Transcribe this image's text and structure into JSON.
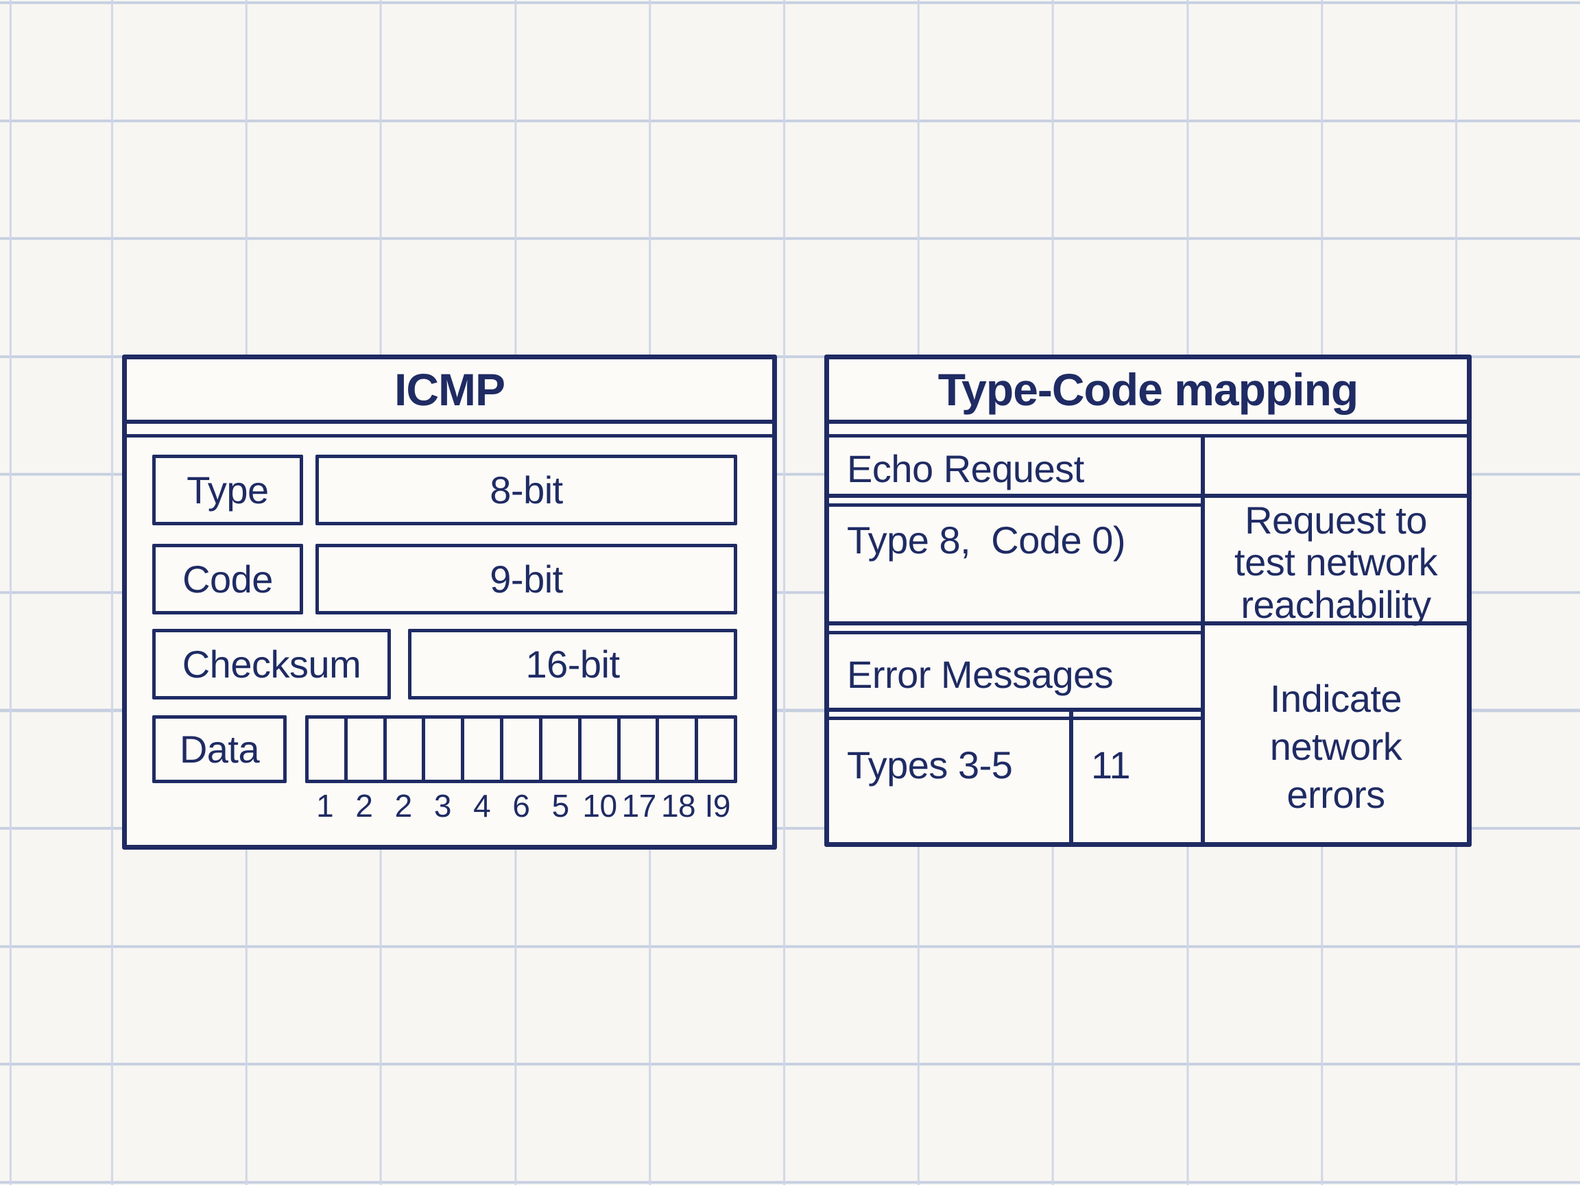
{
  "colors": {
    "ink": "#1f2b63",
    "paper": "#f8f6f2",
    "grid_line": "#cfd6e7"
  },
  "icmp_panel": {
    "title": "ICMP",
    "rows": [
      {
        "label": "Type",
        "value": "8-bit"
      },
      {
        "label": "Code",
        "value": "9-bit"
      },
      {
        "label": "Checksum",
        "value": "16-bit"
      },
      {
        "label": "Data",
        "value": ""
      }
    ],
    "data_strip": {
      "cells": 11,
      "numbers": [
        "1",
        "2",
        "2",
        "3",
        "4",
        "6",
        "5",
        "10",
        "17",
        "18",
        "I9"
      ]
    }
  },
  "mapping_panel": {
    "title": "Type-Code mapping",
    "cells": {
      "echo_request": "Echo Request",
      "echo_type_code": "Type 8,  Code 0)",
      "echo_description": "Request to test network reachability",
      "error_messages": "Error Messages",
      "error_types": "Types 3-5",
      "error_code": "11",
      "error_description": "Indicate network errors"
    }
  }
}
